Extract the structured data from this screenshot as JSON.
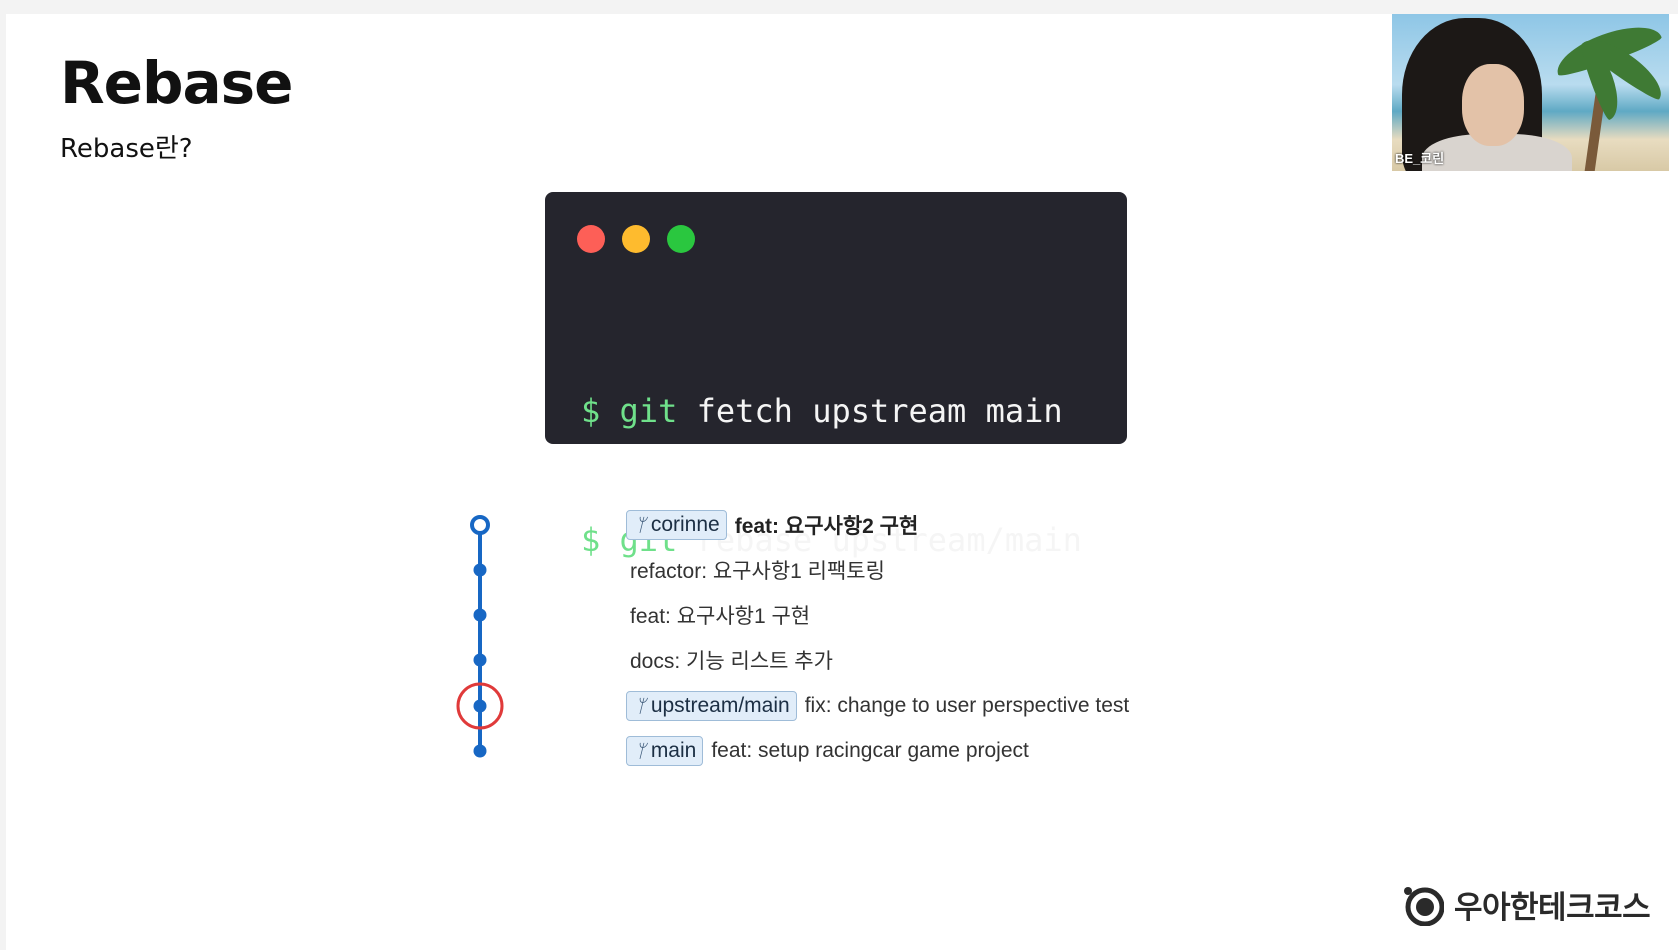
{
  "slide": {
    "title": "Rebase",
    "subtitle": "Rebase란?"
  },
  "webcam": {
    "participant_name": "BE_코린"
  },
  "terminal": {
    "lines": [
      {
        "prompt": "$",
        "cmd": "git",
        "args": "fetch upstream main"
      },
      {
        "prompt": "$",
        "cmd": "git",
        "args": "rebase upstream/main"
      }
    ]
  },
  "commits": [
    {
      "branch": "corinne",
      "message": "feat: 요구사항2 구현",
      "bold": true
    },
    {
      "branch": "",
      "message": "refactor: 요구사항1 리팩토링"
    },
    {
      "branch": "",
      "message": "feat: 요구사항1 구현"
    },
    {
      "branch": "",
      "message": "docs: 기능 리스트 추가"
    },
    {
      "branch": "upstream/main",
      "message": "fix: change to user perspective test",
      "highlighted": true
    },
    {
      "branch": "main",
      "message": "feat: setup racingcar game project"
    }
  ],
  "colors": {
    "graph_line": "#1767c4",
    "highlight_circle": "#e03a3a",
    "terminal_bg": "#25252d",
    "prompt_green": "#6fe08a"
  },
  "branding": {
    "logo_text": "우아한테크코스"
  }
}
